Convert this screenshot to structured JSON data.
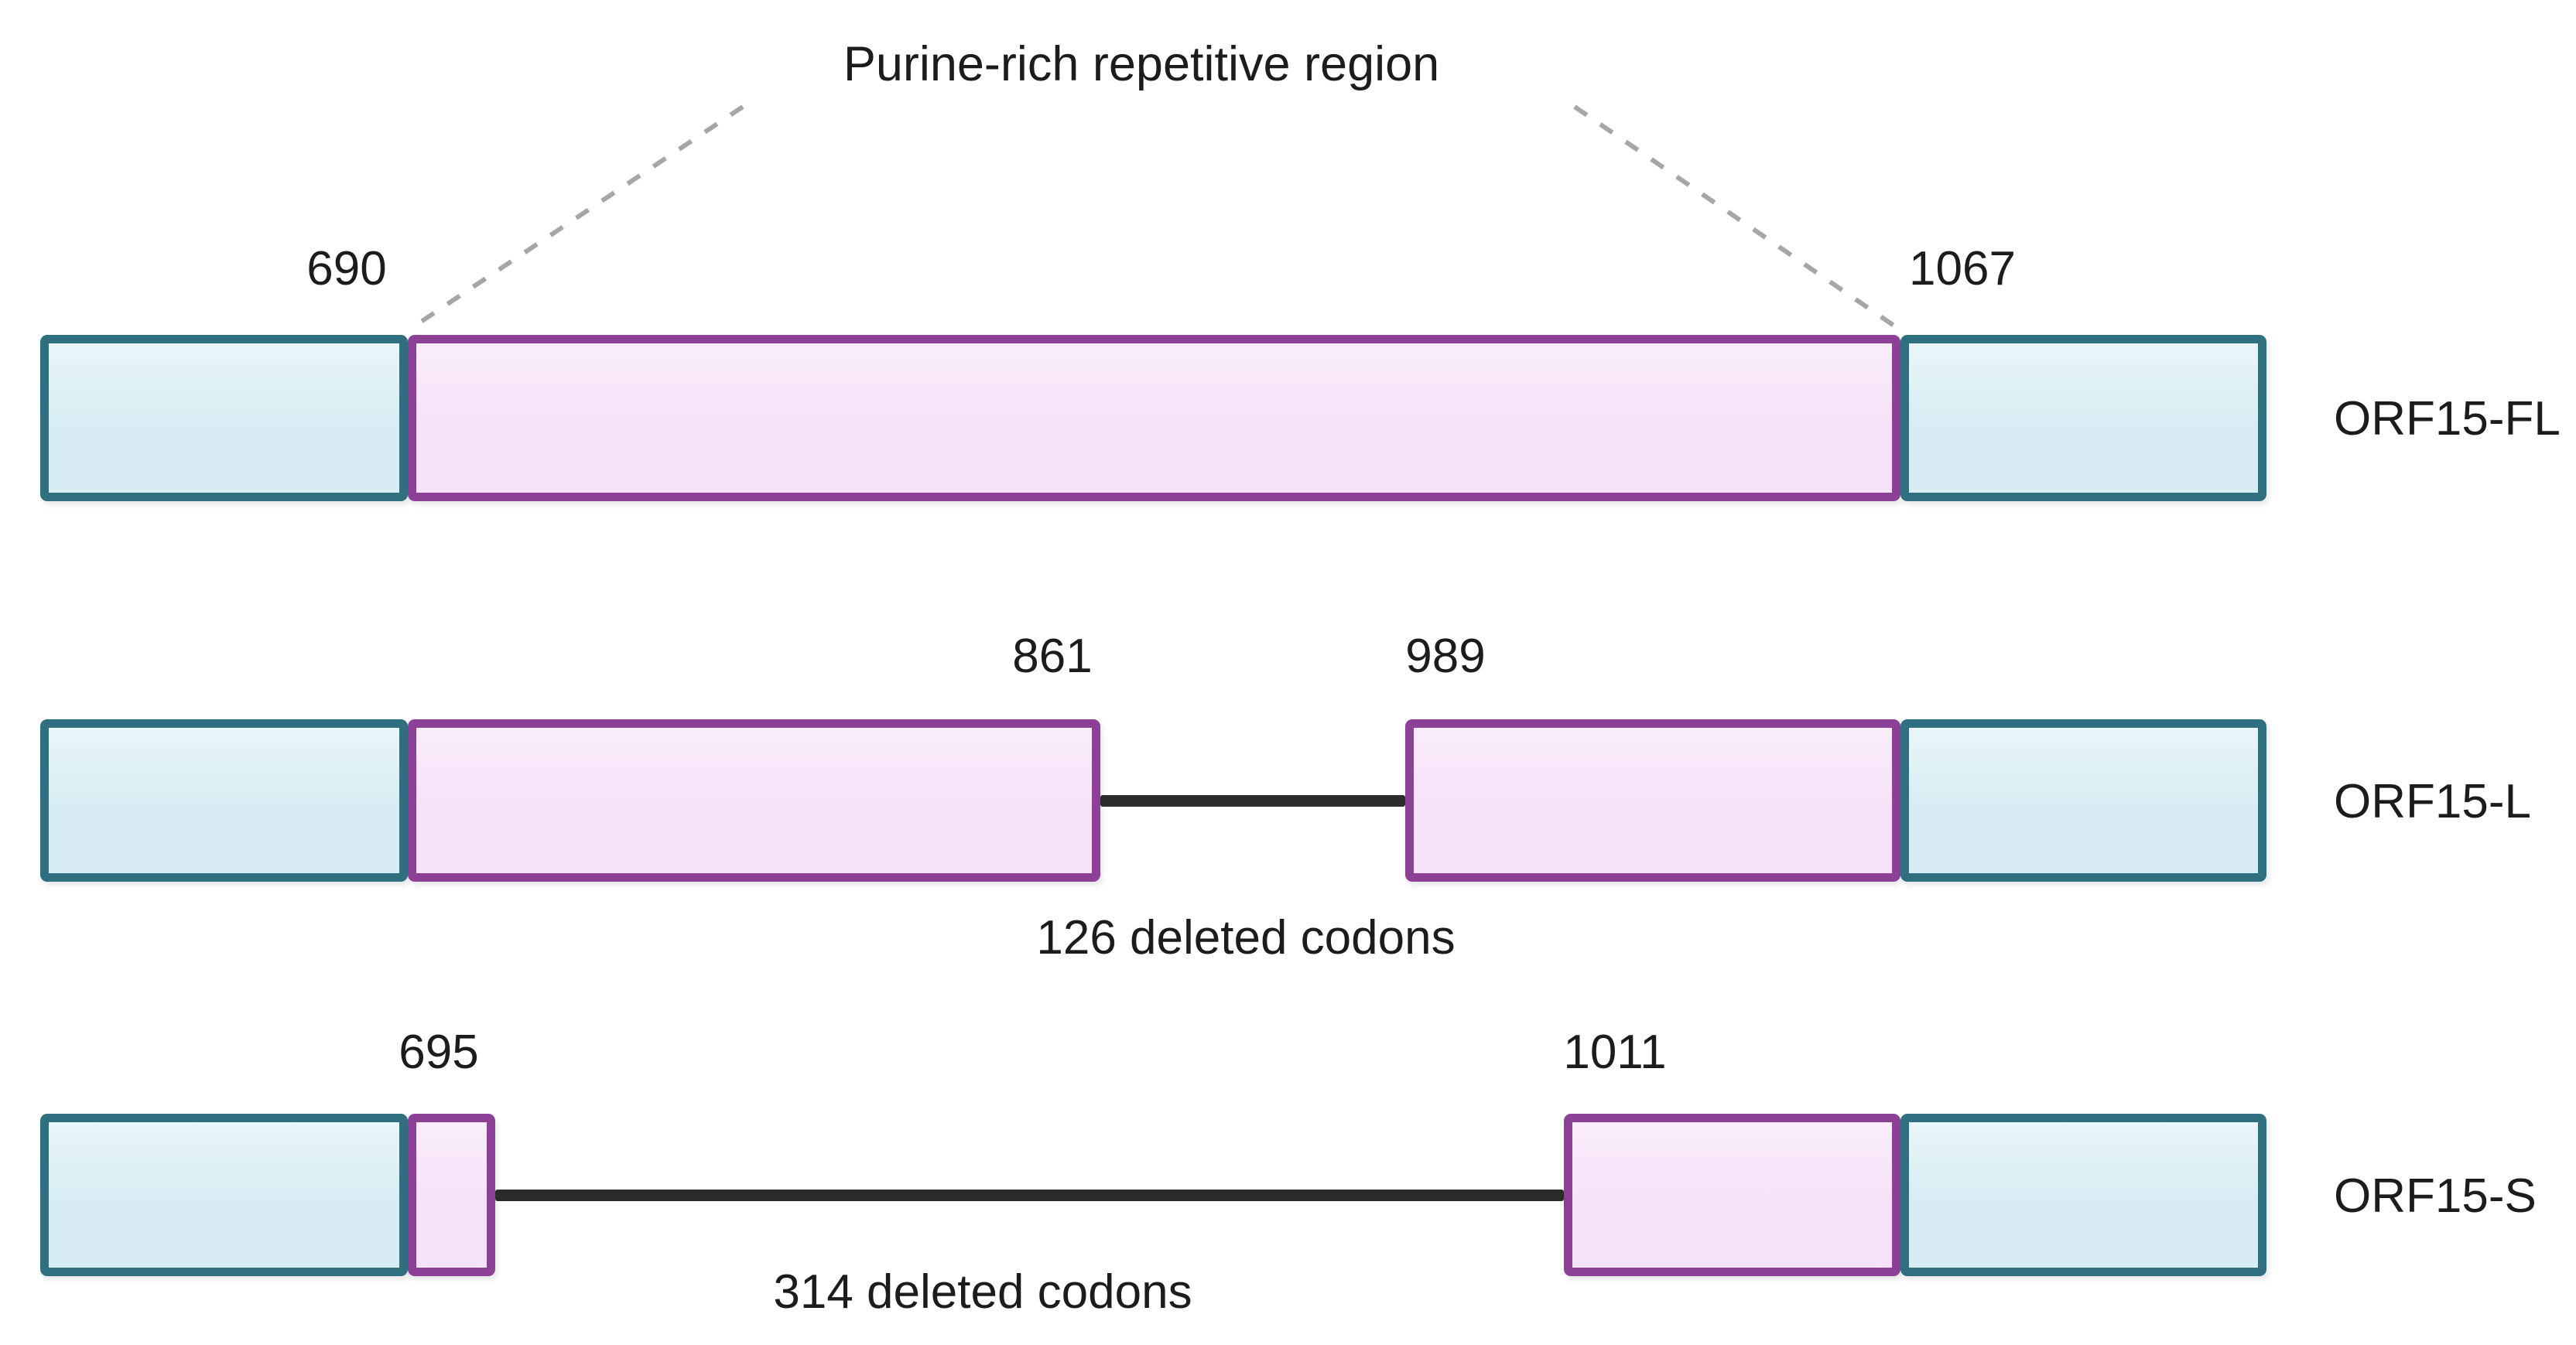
{
  "title": "Purine-rich repetitive region",
  "colors": {
    "exon_fill": "#d7edf3",
    "exon_border": "#2f6f80",
    "repeat_fill": "#f6e2f8",
    "repeat_border": "#8c4197",
    "connector_line": "#2b2b2b",
    "dashed_callout": "#a6a6a6",
    "text": "#1c1c1c",
    "background": "#ffffff"
  },
  "constructs": [
    {
      "name": "ORF15-FL",
      "start_label": "690",
      "end_label": "1067"
    },
    {
      "name": "ORF15-L",
      "start_label": "861",
      "end_label": "989",
      "deletion_label": "126 deleted codons"
    },
    {
      "name": "ORF15-S",
      "start_label": "695",
      "end_label": "1011",
      "deletion_label": "314 deleted codons"
    }
  ]
}
